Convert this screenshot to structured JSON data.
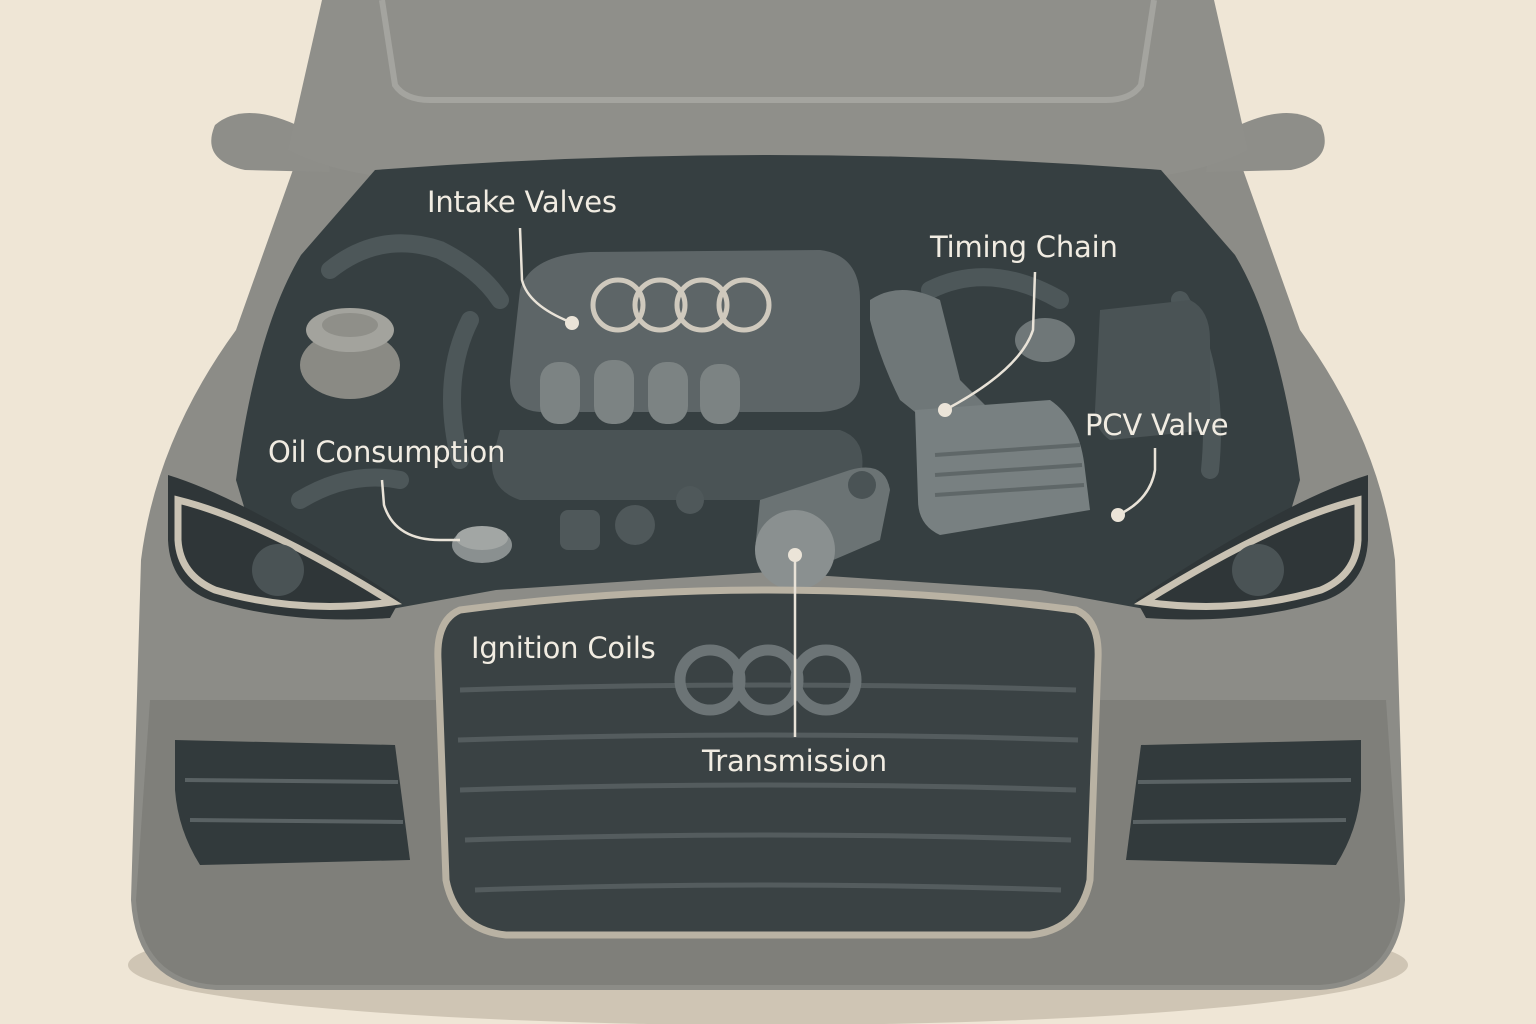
{
  "brand": {
    "logo_name": "four-ring-logo"
  },
  "callouts": {
    "intake_valves": "Intake Valves",
    "timing_chain": "Timing Chain",
    "oil_consumption": "Oil Consumption",
    "pcv_valve": "PCV Valve",
    "ignition_coils": "Ignition Coils",
    "transmission": "Transmission"
  },
  "colors": {
    "background": "#efe6d6",
    "body": "#8a8a85",
    "engine_bay": "#363f41",
    "label_text": "#f1ece2",
    "leader_line": "#e9e3d8"
  }
}
